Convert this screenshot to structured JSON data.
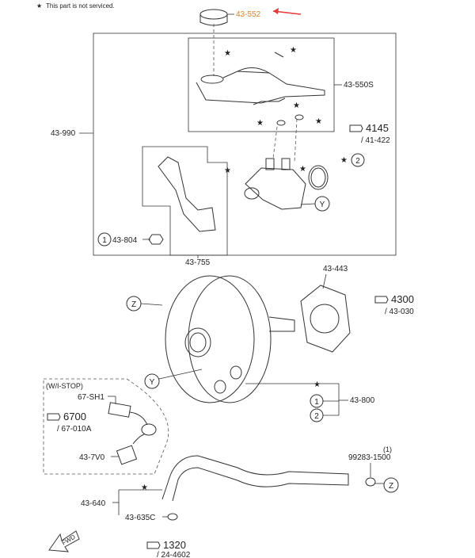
{
  "note": {
    "star": "★",
    "text": "This part is not serviced."
  },
  "labels": {
    "p43_552": "43-552",
    "p43_550S": "43-550S",
    "p43_990": "43-990",
    "p4145": "4145",
    "p41_422": "/ 41-422",
    "p43_804": "43-804",
    "p43_755": "43-755",
    "p43_443": "43-443",
    "p4300": "4300",
    "p43_030": "/ 43-030",
    "p43_800": "43-800",
    "wi_stop": "(W/I-STOP)",
    "p67_SH1": "67-SH1",
    "p6700": "6700",
    "p67_010A": "/ 67-010A",
    "p43_7V0": "43-7V0",
    "q1": "(1)",
    "p99283_1500": "99283-1500",
    "p43_640": "43-640",
    "p43_635C": "43-635C",
    "p1320": "1320",
    "p24_4602": "/ 24-4602",
    "fwd": "FWD"
  },
  "callouts": {
    "one": "1",
    "two": "2",
    "y": "Y",
    "z": "Z"
  },
  "colors": {
    "accent_arrow": "#e53935",
    "highlight_label": "#d9822b"
  }
}
